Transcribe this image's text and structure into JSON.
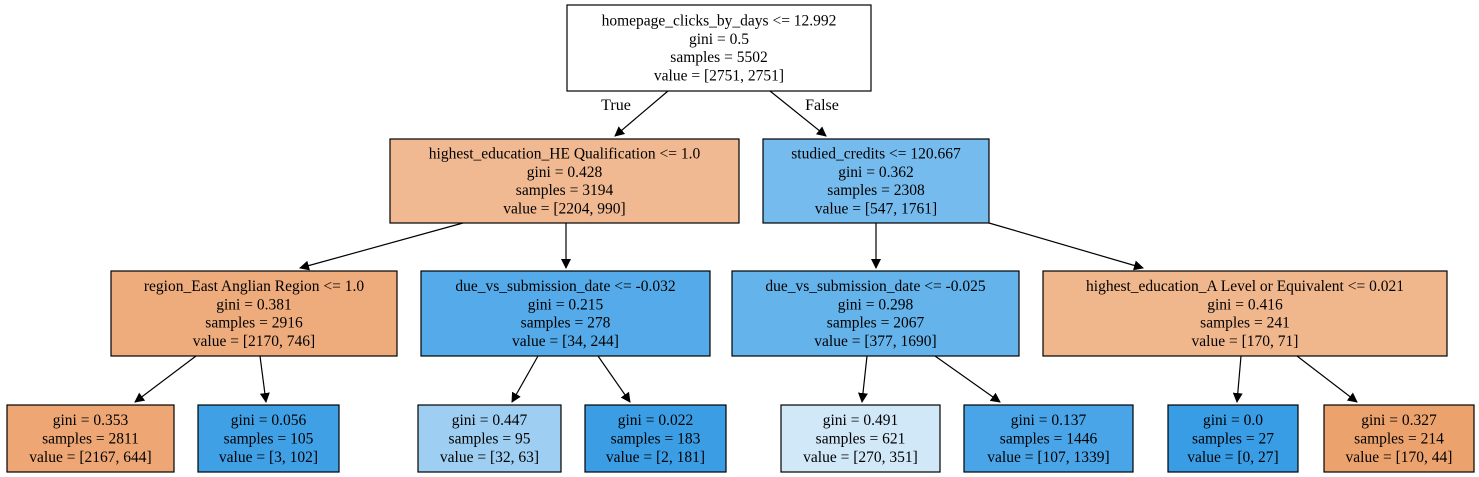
{
  "tree": {
    "nodes": [
      {
        "id": "n0",
        "lines": [
          "homepage_clicks_by_days <= 12.992",
          "gini = 0.5",
          "samples = 5502",
          "value = [2751, 2751]"
        ],
        "fill": "#ffffff"
      },
      {
        "id": "n1",
        "lines": [
          "highest_education_HE Qualification <= 1.0",
          "gini = 0.428",
          "samples = 3194",
          "value = [2204, 990]"
        ],
        "fill": "#f1b991"
      },
      {
        "id": "n2",
        "lines": [
          "studied_credits <= 120.667",
          "gini = 0.362",
          "samples = 2308",
          "value = [547, 1761]"
        ],
        "fill": "#76bbed"
      },
      {
        "id": "n3",
        "lines": [
          "region_East Anglian Region <= 1.0",
          "gini = 0.381",
          "samples = 2916",
          "value = [2170, 746]"
        ],
        "fill": "#eeac7d"
      },
      {
        "id": "n4",
        "lines": [
          "due_vs_submission_date <= -0.032",
          "gini = 0.215",
          "samples = 278",
          "value = [34, 244]"
        ],
        "fill": "#55abe9"
      },
      {
        "id": "n5",
        "lines": [
          "due_vs_submission_date <= -0.025",
          "gini = 0.298",
          "samples = 2067",
          "value = [377, 1690]"
        ],
        "fill": "#65b3eb"
      },
      {
        "id": "n6",
        "lines": [
          "highest_education_A Level or Equivalent <= 0.021",
          "gini = 0.416",
          "samples = 241",
          "value = [170, 71]"
        ],
        "fill": "#f0b68c"
      },
      {
        "id": "n7",
        "lines": [
          "gini = 0.353",
          "samples = 2811",
          "value = [2167, 644]"
        ],
        "fill": "#eda674"
      },
      {
        "id": "n8",
        "lines": [
          "gini = 0.056",
          "samples = 105",
          "value = [3, 102]"
        ],
        "fill": "#3fa0e6"
      },
      {
        "id": "n9",
        "lines": [
          "gini = 0.447",
          "samples = 95",
          "value = [32, 63]"
        ],
        "fill": "#9ecff2"
      },
      {
        "id": "n10",
        "lines": [
          "gini = 0.022",
          "samples = 183",
          "value = [2, 181]"
        ],
        "fill": "#3b9ee5"
      },
      {
        "id": "n11",
        "lines": [
          "gini = 0.491",
          "samples = 621",
          "value = [270, 351]"
        ],
        "fill": "#d1e8f9"
      },
      {
        "id": "n12",
        "lines": [
          "gini = 0.137",
          "samples = 1446",
          "value = [107, 1339]"
        ],
        "fill": "#49a5e7"
      },
      {
        "id": "n13",
        "lines": [
          "gini = 0.0",
          "samples = 27",
          "value = [0, 27]"
        ],
        "fill": "#399de5"
      },
      {
        "id": "n14",
        "lines": [
          "gini = 0.327",
          "samples = 214",
          "value = [170, 44]"
        ],
        "fill": "#eca26c"
      }
    ],
    "edges": [
      {
        "from": "n0",
        "to": "n1",
        "label": "True"
      },
      {
        "from": "n0",
        "to": "n2",
        "label": "False"
      },
      {
        "from": "n1",
        "to": "n3",
        "label": ""
      },
      {
        "from": "n1",
        "to": "n4",
        "label": ""
      },
      {
        "from": "n2",
        "to": "n5",
        "label": ""
      },
      {
        "from": "n2",
        "to": "n6",
        "label": ""
      },
      {
        "from": "n3",
        "to": "n7",
        "label": ""
      },
      {
        "from": "n3",
        "to": "n8",
        "label": ""
      },
      {
        "from": "n4",
        "to": "n9",
        "label": ""
      },
      {
        "from": "n4",
        "to": "n10",
        "label": ""
      },
      {
        "from": "n5",
        "to": "n11",
        "label": ""
      },
      {
        "from": "n5",
        "to": "n12",
        "label": ""
      },
      {
        "from": "n6",
        "to": "n13",
        "label": ""
      },
      {
        "from": "n6",
        "to": "n14",
        "label": ""
      }
    ]
  }
}
